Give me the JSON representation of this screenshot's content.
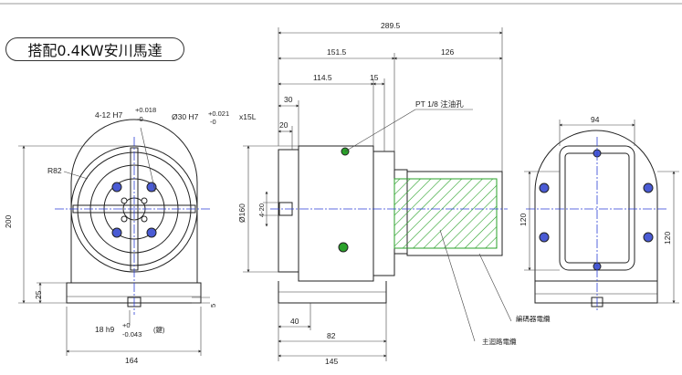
{
  "title": "搭配0.4KW安川馬達",
  "dimensions": {
    "overall_length": "289.5",
    "len_151_5": "151.5",
    "len_126": "126",
    "len_114_5": "114.5",
    "len_15": "15",
    "len_30": "30",
    "len_20": "20",
    "width_94": "94",
    "height_200": "200",
    "radius": "R82",
    "base_25": "25",
    "base_5": "5",
    "width_164": "164",
    "dia_160": "Ø160",
    "slot_4_20": "4-20",
    "base_40": "40",
    "base_82": "82",
    "base_145": "145",
    "height_120_a": "120",
    "height_120_b": "120"
  },
  "tolerances": {
    "tapped_holes": "4-12 H7",
    "holes_plus": "+0.018",
    "holes_minus": "-0",
    "bore": "Ø30 H7",
    "bore_plus": "+0.021",
    "bore_minus": "-0",
    "bore_depth": "x15L",
    "key": "18 h9",
    "key_plus": "+0",
    "key_minus": "-0.043",
    "key_note": "(鍵)"
  },
  "notes": {
    "oil_port": "PT 1/8 注油孔",
    "encoder_cable": "編碼器電纜",
    "power_cable": "主迴路電纜"
  },
  "colors": {
    "line": "#222222",
    "centerline": "#2b3fd6",
    "hatch": "#2aa12a"
  }
}
